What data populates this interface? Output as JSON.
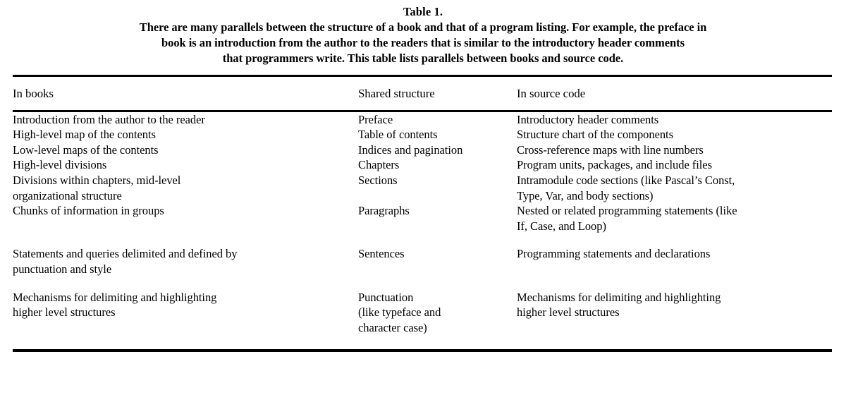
{
  "caption": {
    "number": "Table 1.",
    "lines": [
      "There are many parallels between the structure of a book and that of a program listing. For example, the preface in",
      "book is an introduction from the author to the readers that is similar to the introductory header comments",
      "that programmers write. This table lists parallels between books and source code."
    ]
  },
  "table": {
    "headers": {
      "col1": "In books",
      "col2": "Shared structure",
      "col3": "In source code"
    },
    "rows": [
      {
        "col1": [
          "Introduction from the author to the reader"
        ],
        "col2": [
          "Preface"
        ],
        "col3": [
          "Introductory header comments"
        ]
      },
      {
        "col1": [
          "High-level map of the contents"
        ],
        "col2": [
          "Table of contents"
        ],
        "col3": [
          "Structure chart of the components"
        ]
      },
      {
        "col1": [
          "Low-level maps of the contents"
        ],
        "col2": [
          "Indices and pagination"
        ],
        "col3": [
          "Cross-reference maps with line numbers"
        ]
      },
      {
        "col1": [
          "High-level divisions"
        ],
        "col2": [
          "Chapters"
        ],
        "col3": [
          "Program units, packages, and include files"
        ]
      },
      {
        "col1": [
          "Divisions within chapters, mid-level",
          "organizational structure"
        ],
        "col2": [
          "Sections"
        ],
        "col3": [
          "Intramodule code sections (like Pascal’s Const,",
          "Type, Var, and body sections)"
        ]
      },
      {
        "col1": [
          "Chunks of information in groups"
        ],
        "col2": [
          "Paragraphs"
        ],
        "col3": [
          "Nested or related programming statements (like",
          "If, Case, and Loop)"
        ]
      },
      {
        "col1": [
          "Statements and queries delimited and defined by",
          "punctuation and style"
        ],
        "col2": [
          "Sentences"
        ],
        "col3": [
          "Programming statements and declarations"
        ]
      },
      {
        "col1": [
          "Mechanisms for delimiting and highlighting",
          "higher level structures"
        ],
        "col2": [
          "Punctuation",
          "(like typeface and",
          "character case)"
        ],
        "col3": [
          "Mechanisms for delimiting and highlighting",
          "higher level structures"
        ]
      }
    ]
  }
}
